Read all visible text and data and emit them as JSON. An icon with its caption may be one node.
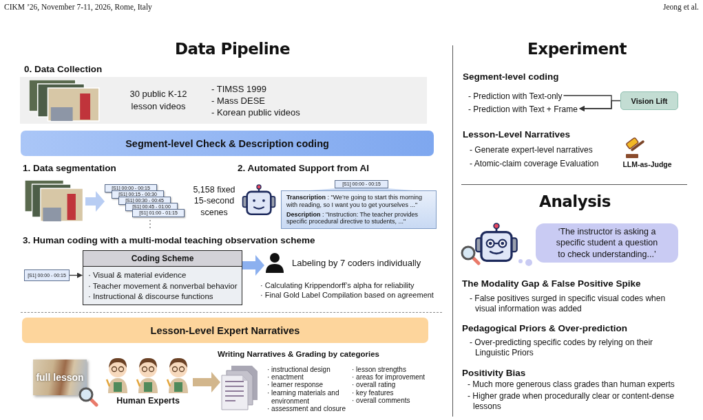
{
  "diagram": {
    "nodes": [
      {
        "text": [
          "30 public K-12 lesson videos",
          "- TIMSS 1999",
          "- Mass DESE",
          "- Korean public videos"
        ],
        "beside": [
          "0. Data Collection"
        ]
      },
      {
        "text": [
          "Segment-level Check & Description coding"
        ]
      },
      {
        "text": [],
        "shape": "picture"
      },
      {
        "text": [
          "[S1] 00:00 - 00:15",
          "[S1] 00:15 - 00:30",
          "[S1] 00:30 - 00:45",
          "[S1] 00:45 - 01:00",
          "[S1] 01:00 - 01:15"
        ],
        "beside": [
          "5,158 fixed 15-second scenes"
        ]
      },
      {
        "text": [
          "[S1] 00:00 - 00:15"
        ]
      },
      {
        "text": [
          "**Transcription** : \"We’re going to start this morning with reading, so I want you to get yourselves ...\"",
          "**Description** : \"Instruction: The teacher provides specific procedural directive to students, ...\""
        ]
      },
      {
        "text": [
          "[S1] 00:00 - 00:15"
        ]
      },
      {
        "text": [
          "Coding Scheme",
          "· Visual & material evidence",
          "· Teacher movement & nonverbal behavior",
          "· Instructional & discourse functions"
        ]
      },
      {
        "text": [
          "Labeling by 7 coders individually"
        ]
      },
      {
        "text": [
          "Lesson-Level Expert Narratives"
        ]
      },
      {
        "text": [
          "full lesson"
        ]
      },
      {
        "text": [
          "Human Experts"
        ]
      },
      {
        "text": [],
        "shape": "document"
      },
      {
        "text": [
          "- Prediction with Text-only"
        ]
      },
      {
        "text": [
          "- Prediction with Text + Frame"
        ]
      },
      {
        "text": [
          "Vision Lift"
        ]
      },
      {
        "text": [
          "‘The instructor is asking a specific student a question to check understanding...’"
        ]
      }
    ],
    "edges": [
      {
        "from": 2,
        "to": 3,
        "arrow": "to",
        "style": "thick",
        "color": "#b8cdf3"
      },
      {
        "from": 6,
        "to": 7,
        "arrow": "to"
      },
      {
        "from": 7,
        "to": 8,
        "arrow": "to",
        "style": "thick",
        "color": "#8cb0ef"
      },
      {
        "from": 11,
        "to": 12,
        "arrow": "to",
        "style": "thick",
        "color": "#d2b68c"
      },
      {
        "from": 13,
        "to": 14,
        "arrow": "to"
      },
      {
        "from": 15,
        "to": 14,
        "arrow": "to"
      }
    ],
    "labels": [
      "CIKM ’26, November 7-11, 2026, Rome, Italy",
      "Jeong et al.",
      "Data Pipeline",
      "1. Data segmentation",
      "2. Automated Support from AI",
      "3. Human coding with a multi-modal teaching observation scheme",
      "· Calculating Krippendorff’s alpha for reliability",
      "· Final Gold Label Compilation based on agreement",
      "Writing Narratives & Grading by categories",
      "· instructional design",
      "· enactment",
      "· learner response",
      "· learning materials and environment",
      "· assessment and closure",
      "· lesson strengths",
      "· areas for improvement",
      "· overall rating",
      "· key features",
      "· overall comments",
      "Experiment",
      "Segment-level coding",
      "Lesson-Level Narratives",
      "- Generate expert-level narratives",
      "- Atomic-claim coverage Evaluation",
      "LLM-as-Judge",
      "Analysis",
      "The Modality Gap & False Positive Spike",
      "- False positives surged in specific visual codes when visual information was added",
      "Pedagogical Priors & Over-prediction",
      "- Over-predicting specific codes by relying on their Linguistic Priors",
      "Positivity Bias",
      "- Much more generous class grades than human experts",
      "- Higher grade when procedurally clear or content-dense lessons"
    ]
  }
}
